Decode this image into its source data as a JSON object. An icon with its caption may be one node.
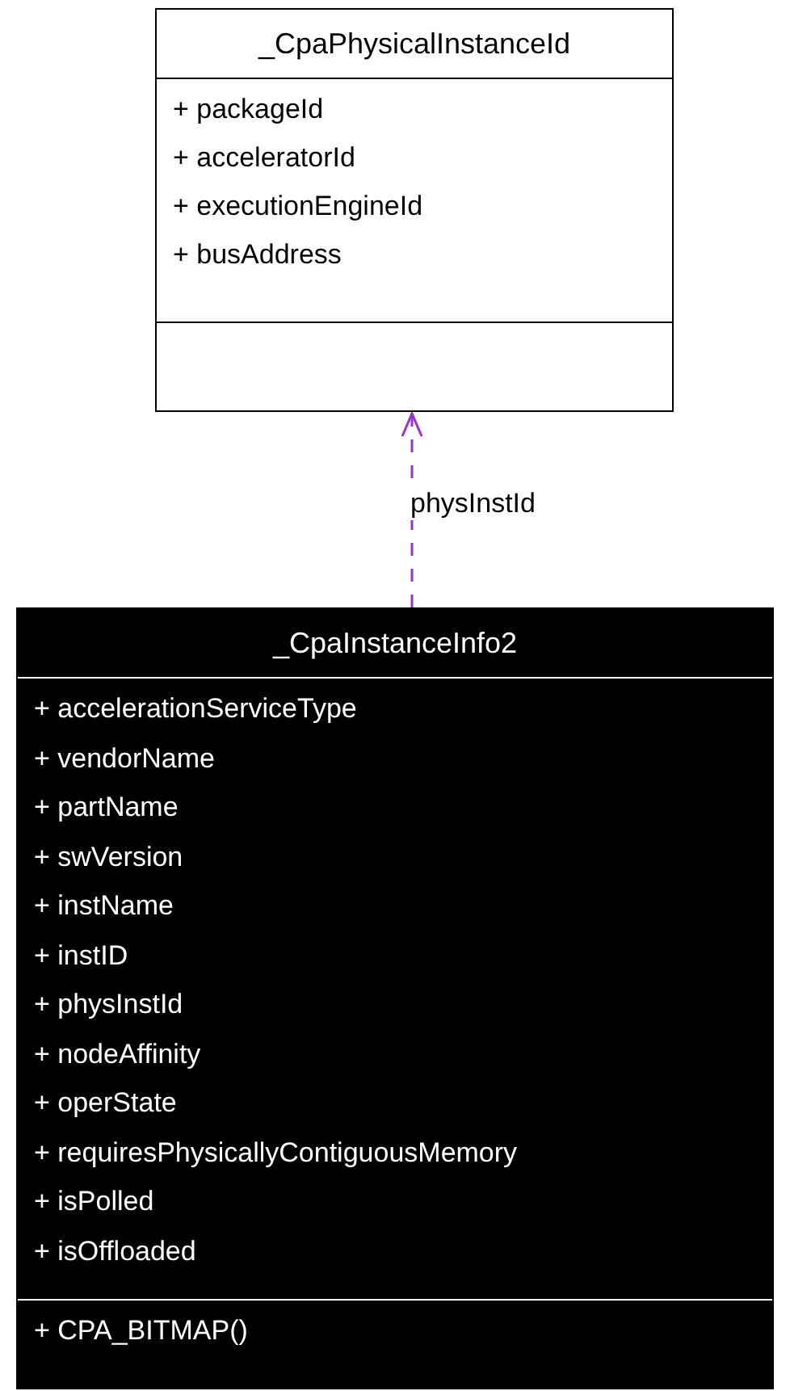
{
  "diagram": {
    "nodes": [
      {
        "text": [
          "_CpaPhysicalInstanceId"
        ]
      },
      {
        "text": [
          "+ packageId",
          "+ acceleratorId",
          "+ executionEngineId",
          "+ busAddress"
        ],
        "in": 0
      },
      {
        "text": [],
        "shape": "box",
        "in": 0
      },
      {
        "text": [
          "_CpaInstanceInfo2"
        ]
      },
      {
        "text": [
          "+ accelerationServiceType",
          "+ vendorName",
          "+ partName",
          "+ swVersion",
          "+ instName",
          "+ instID",
          "+ physInstId",
          "+ nodeAffinity",
          "+ operState",
          "+ requiresPhysicallyContiguousMemory",
          "+ isPolled",
          "+ isOffloaded"
        ],
        "in": 3
      },
      {
        "text": [
          "+ CPA_BITMAP()"
        ],
        "in": 3
      }
    ],
    "edges": [
      {
        "from": 3,
        "to": 0,
        "arrow": "to",
        "style": "dashed",
        "color": "#9a32cd",
        "label": "physInstId"
      }
    ]
  }
}
